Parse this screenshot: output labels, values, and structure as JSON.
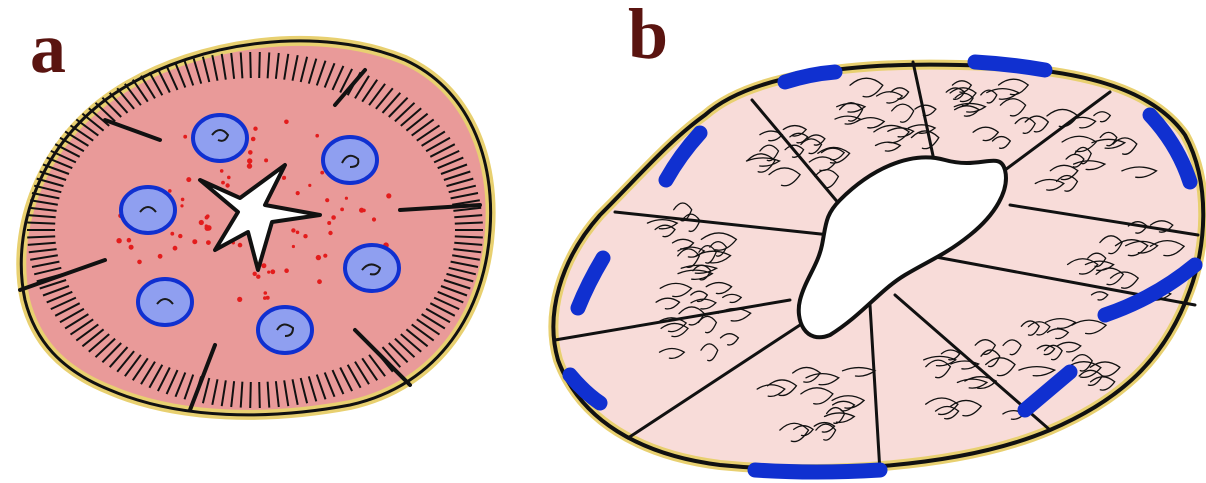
{
  "panels": [
    {
      "id": "a",
      "label": "a"
    },
    {
      "id": "b",
      "label": "b"
    }
  ],
  "colors": {
    "label_color": "#5a1410",
    "panel_a_fill": "#e99a99",
    "panel_b_fill": "#f8dcd9",
    "border_yellow": "#e8d070",
    "nucleus_blue": "#1030d0",
    "nucleus_a_fill": "#8f9ff0",
    "granule_red": "#e31c1c",
    "lumen_white": "#ffffff",
    "outline": "#111111"
  },
  "icons": {
    "panel_a": "tubule-cross-section-with-brush-border-icon",
    "panel_b": "tubule-cross-section-cuboidal-cells-icon"
  }
}
